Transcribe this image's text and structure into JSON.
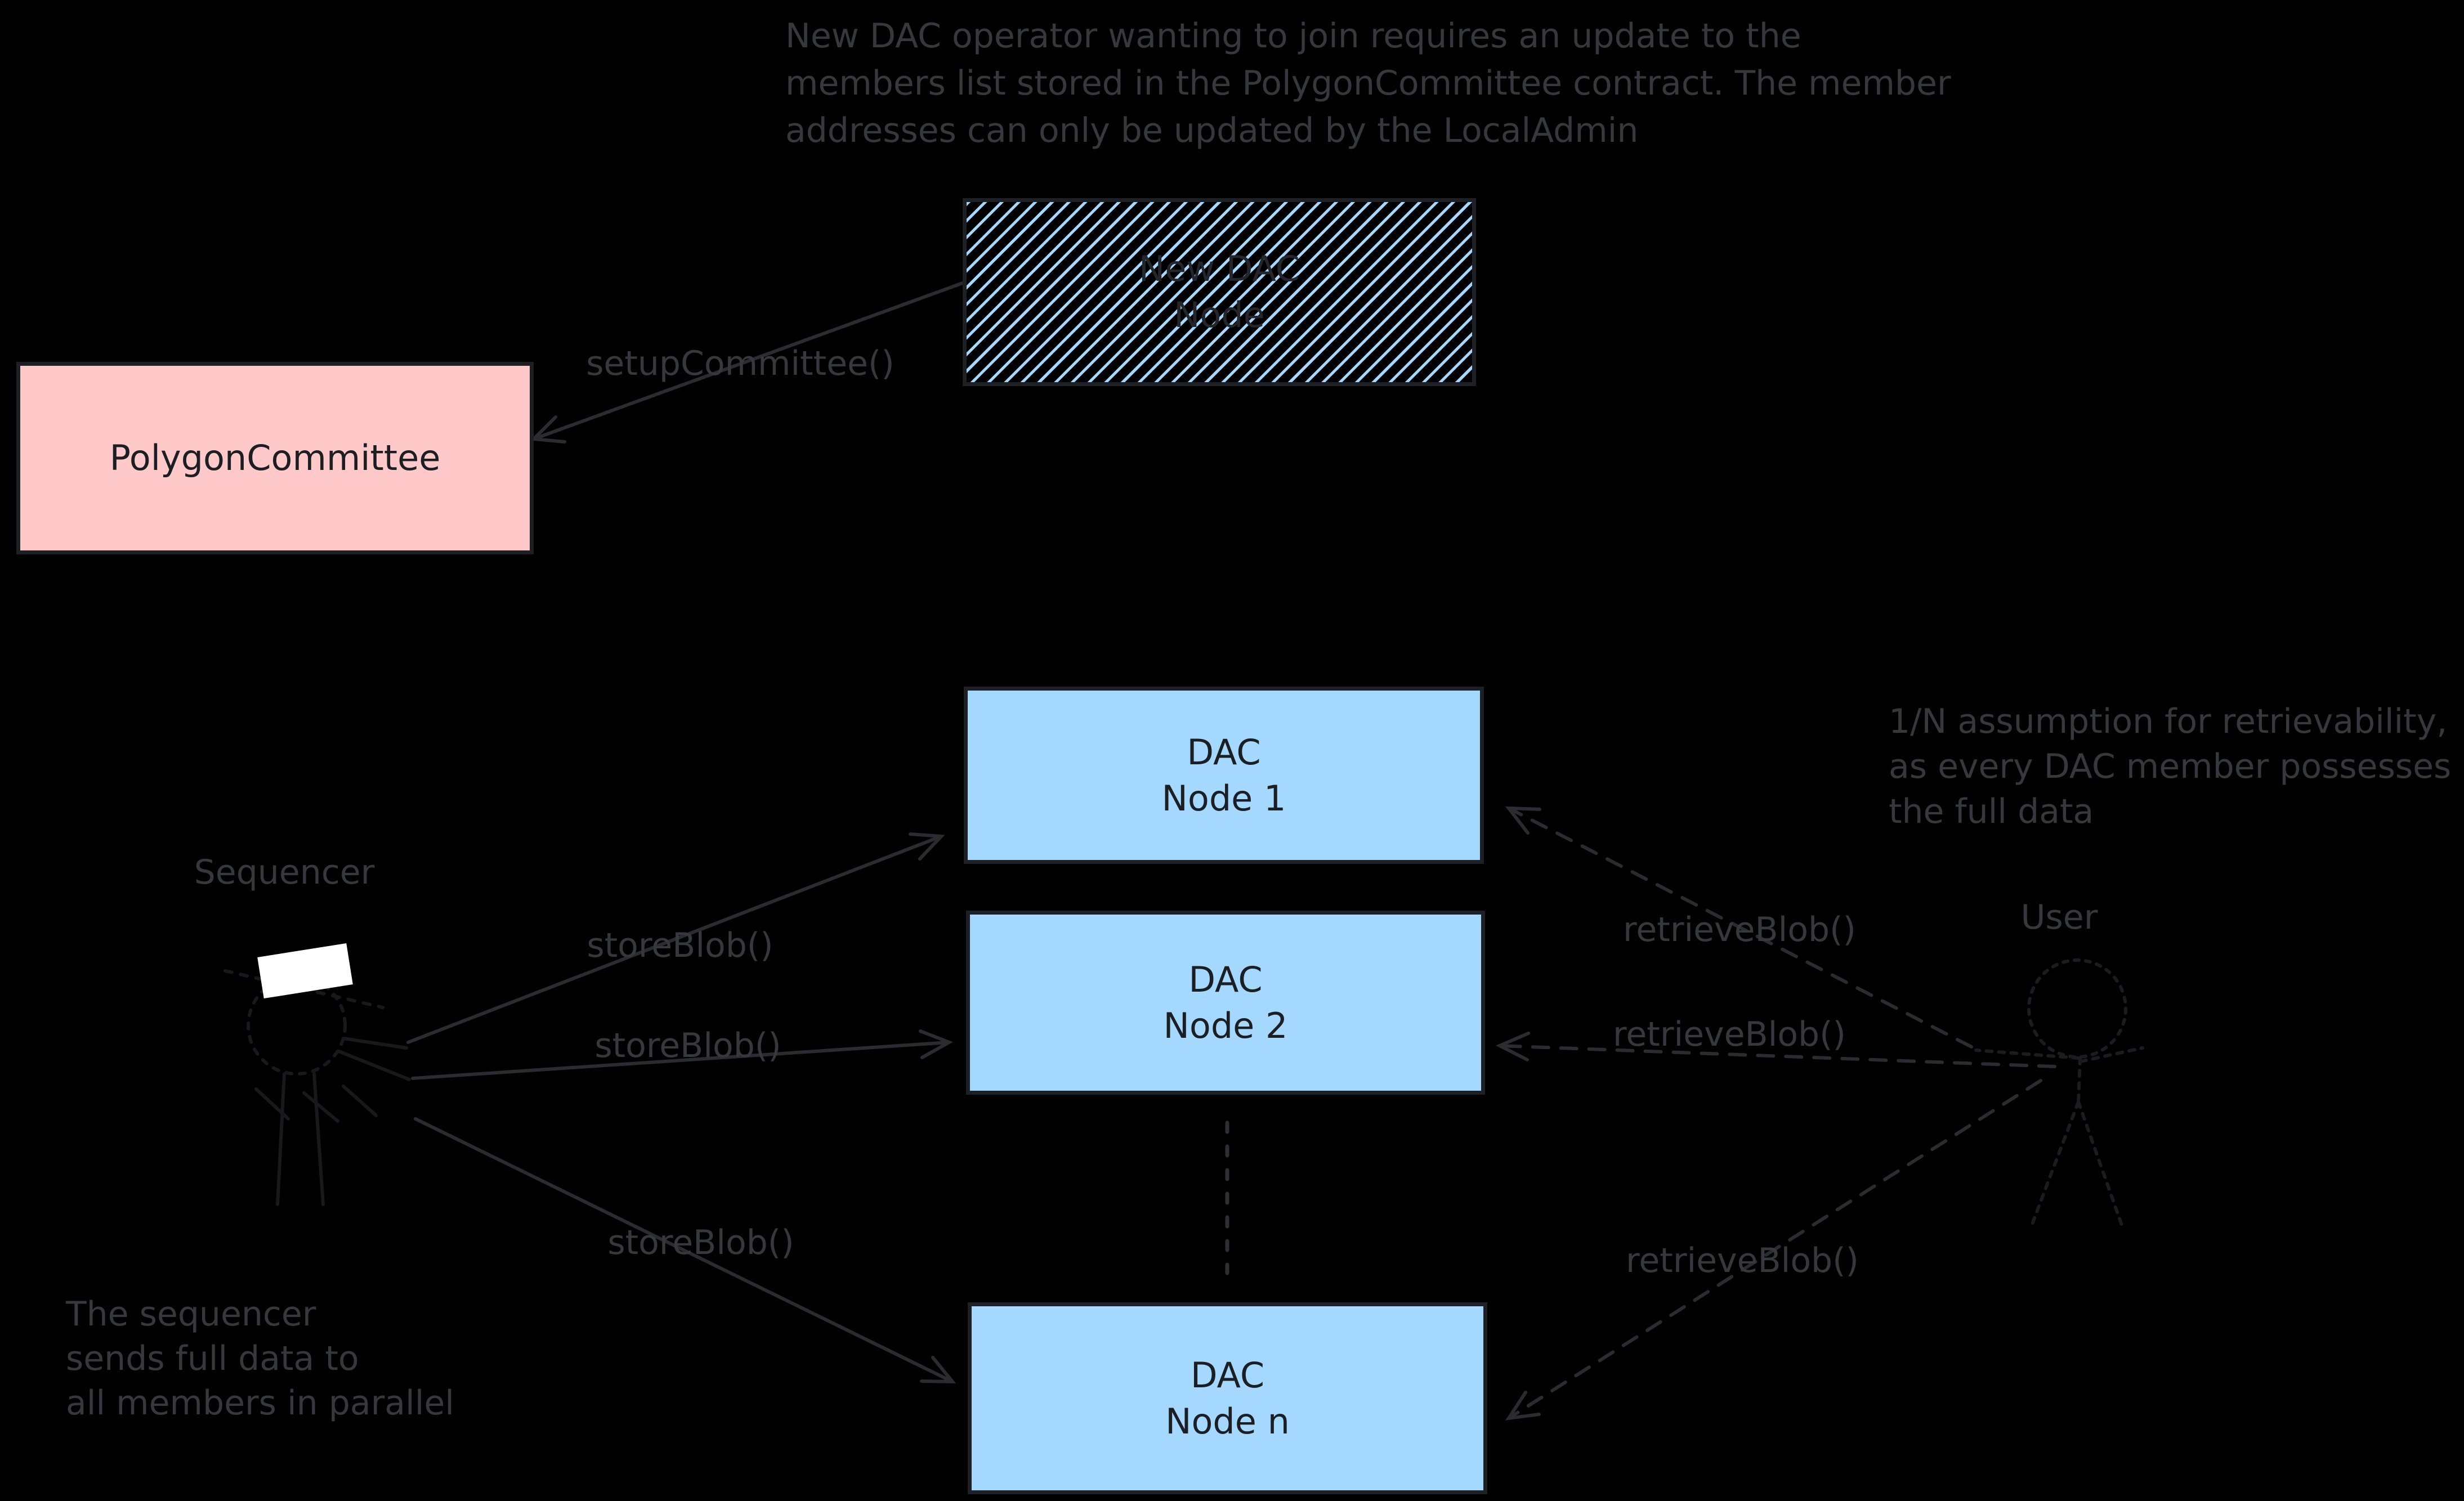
{
  "palette": {
    "background": "#000000",
    "node_blue_fill": "#a5d8ff",
    "node_pink_fill": "#ffc9c9",
    "node_border": "#1d2024",
    "node_text": "#1b1e22",
    "annotation_gray": "#35383d",
    "arrow_gray": "#2a2c31",
    "figure_stroke": "#17191d",
    "hat_white": "#ffffff"
  },
  "annotations": {
    "new_dac_note": {
      "lines": [
        "New DAC operator wanting to join requires an update to the",
        "members list stored in the PolygonCommittee contract. The member",
        "addresses can only be updated by the LocalAdmin"
      ]
    },
    "retrievability_note": {
      "lines": [
        "1/N assumption for retrievability,",
        "as every DAC member possesses",
        "the full data"
      ]
    },
    "parallel_note": {
      "lines": [
        "The sequencer",
        "sends full data to",
        "all members in parallel"
      ]
    }
  },
  "nodes": {
    "new_dac": {
      "lines": [
        "New DAC",
        "Node"
      ],
      "style": "hatched-blue"
    },
    "polygon_committee": {
      "lines": [
        "PolygonCommittee"
      ],
      "style": "pink"
    },
    "dac1": {
      "lines": [
        "DAC",
        "Node 1"
      ],
      "style": "blue"
    },
    "dac2": {
      "lines": [
        "DAC",
        "Node 2"
      ],
      "style": "blue"
    },
    "dacn": {
      "lines": [
        "DAC",
        "Node n"
      ],
      "style": "blue"
    }
  },
  "actors": {
    "sequencer": {
      "label": "Sequencer",
      "icon": "person-with-hat-icon"
    },
    "user": {
      "label": "User",
      "icon": "person-icon"
    }
  },
  "edges": {
    "setup_committee": "setupCommittee()",
    "store_blob": "storeBlob()",
    "retrieve_blob": "retrieveBlob()"
  }
}
